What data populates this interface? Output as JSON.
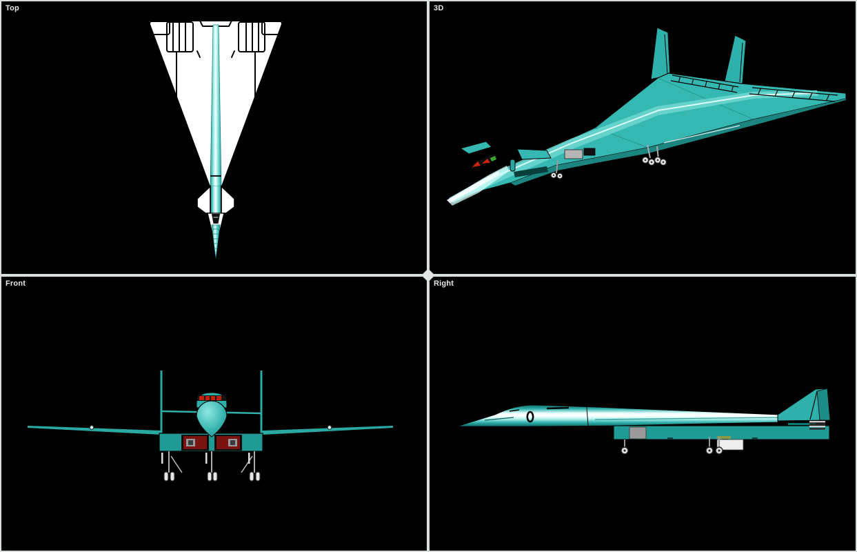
{
  "viewports": {
    "top": {
      "label": "Top"
    },
    "threeD": {
      "label": "3D"
    },
    "front": {
      "label": "Front"
    },
    "right": {
      "label": "Right"
    }
  },
  "colors": {
    "viewport_background": "#000000",
    "frame_gray": "#d8dddd",
    "label_text": "#e8e8e8",
    "model_teal": "#35b8b2",
    "model_teal_dark": "#1f9a94",
    "model_highlight": "#ffffff",
    "wing_white": "#ffffff",
    "outline_black": "#000000",
    "intake_red": "#7a1410",
    "cockpit_red": "#cf2510",
    "cockpit_green": "#3aa62d",
    "gear_gray": "#e0e0e0"
  }
}
